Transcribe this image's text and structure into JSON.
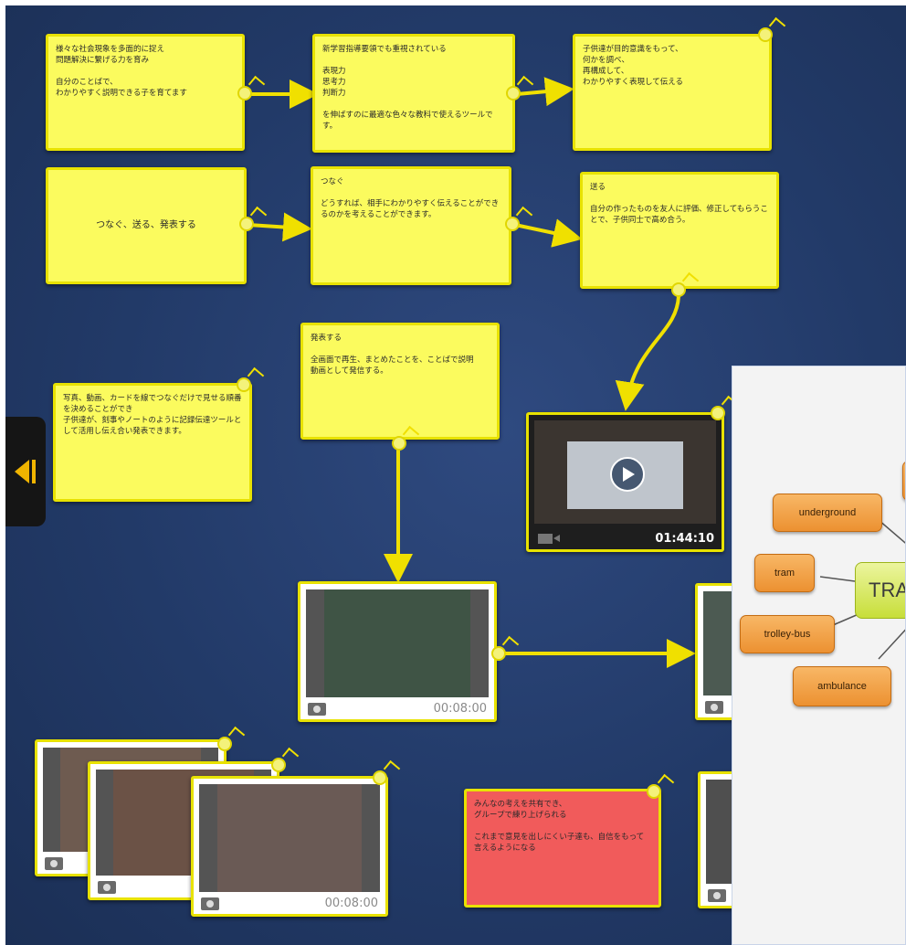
{
  "board": {
    "cards": [
      {
        "text": "様々な社会現象を多面的に捉え\n問題解決に繋げる力を育み\n\n自分のことばで、\nわかりやすく説明できる子を育てます"
      },
      {
        "text": "新学習指導要領でも重視されている\n\n表現力\n思考力\n判断力\n\nを伸ばすのに最適な色々な教科で使えるツールです。"
      },
      {
        "text": "子供達が目的意識をもって、\n何かを調べ、\n再構成して、\nわかりやすく表現して伝える"
      },
      {
        "text": "つなぐ、送る、発表する"
      },
      {
        "text": "つなぐ\n\nどうすれば、相手にわかりやすく伝えることができるのかを考えることができます。"
      },
      {
        "text": "送る\n\n自分の作ったものを友人に評価、修正してもらうことで、子供同士で高め合う。"
      },
      {
        "text": "写真、動画、カードを線でつなぐだけで見せる順番を決めることができ\n子供達が、刻事やノートのように記録伝達ツールとして活用し伝え合い発表できます。"
      },
      {
        "text": "発表する\n\n全画面で再生、まとめたことを、ことばで説明\n動画として発信する。"
      },
      {
        "text": "みんなの考えを共有でき、\nグループで練り上げられる\n\nこれまで意見を出しにくい子達も、自信をもって言えるようになる"
      }
    ],
    "video": {
      "duration": "01:44:10"
    },
    "photos": [
      {
        "duration": "00:08:00"
      },
      {
        "duration": "00:08:00"
      }
    ]
  },
  "mindmap": {
    "center": "TRA",
    "nodes": [
      "underground",
      "tram",
      "trolley-bus",
      "ambulance"
    ]
  }
}
